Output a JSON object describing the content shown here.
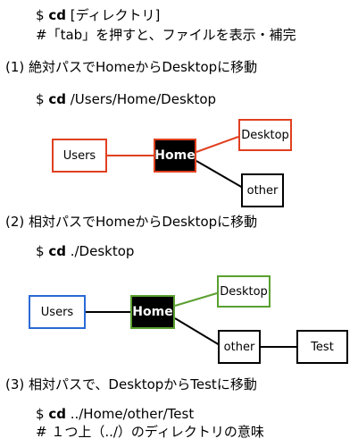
{
  "intro": {
    "line1_prefix": "$ ",
    "line1_cmd": "cd",
    "line1_rest": " [ディレクトリ]",
    "line2": "#「tab」を押すと、ファイルを表示・補完"
  },
  "section1": {
    "heading": "(1) 絶対パスでHomeからDesktopに移動",
    "command_prefix": "$ ",
    "command_cmd": "cd",
    "command_rest": " /Users/Home/Desktop",
    "nodes": {
      "users": "Users",
      "home": "Home",
      "desktop": "Desktop",
      "other": "other"
    },
    "color": "#e04020"
  },
  "section2": {
    "heading": "(2) 相対パスでHomeからDesktopに移動",
    "command_prefix": "$ ",
    "command_cmd": "cd",
    "command_rest": " ./Desktop",
    "nodes": {
      "users": "Users",
      "home": "Home",
      "desktop": "Desktop",
      "other": "other",
      "test": "Test"
    },
    "colors": {
      "users": "#2a6ad4",
      "home": "#5aa030",
      "desktop": "#5aa030"
    }
  },
  "section3": {
    "heading": "(3) 相対パスで、DesktopからTestに移動",
    "command_prefix": "$ ",
    "command_cmd": "cd",
    "command_rest": " ../Home/other/Test",
    "comment": "# １つ上（../）のディレクトリの意味"
  }
}
